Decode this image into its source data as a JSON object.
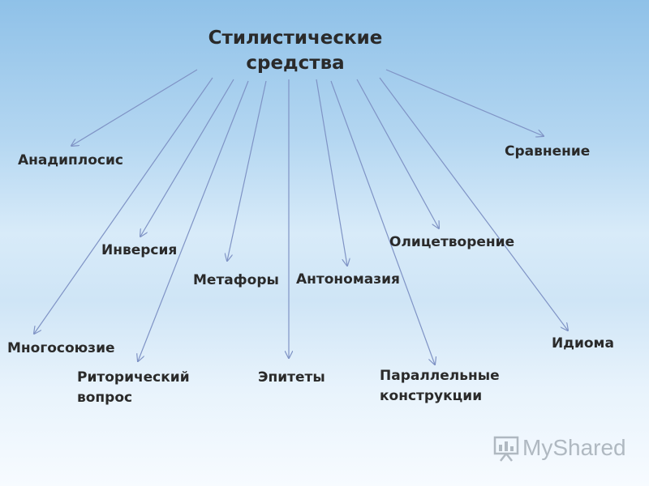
{
  "title": "Стилистические средства",
  "nodes": {
    "anadiplosis": "Анадиплосис",
    "comparison": "Сравнение",
    "inversion": "Инверсия",
    "personification": "Олицетворение",
    "metaphors": "Метафоры",
    "antonomasia": "Антономазия",
    "polysyndeton": "Многосоюзие",
    "idiom": "Идиома",
    "rhetorical_question": "Риторический вопрос",
    "epithets": "Эпитеты",
    "parallel_constructions": "Параллельные конструкции"
  },
  "watermark": {
    "text": "MyShared",
    "icon": "presentation-board-icon"
  },
  "colors": {
    "arrow": "#7f93c5",
    "text": "#2a2a2a"
  }
}
